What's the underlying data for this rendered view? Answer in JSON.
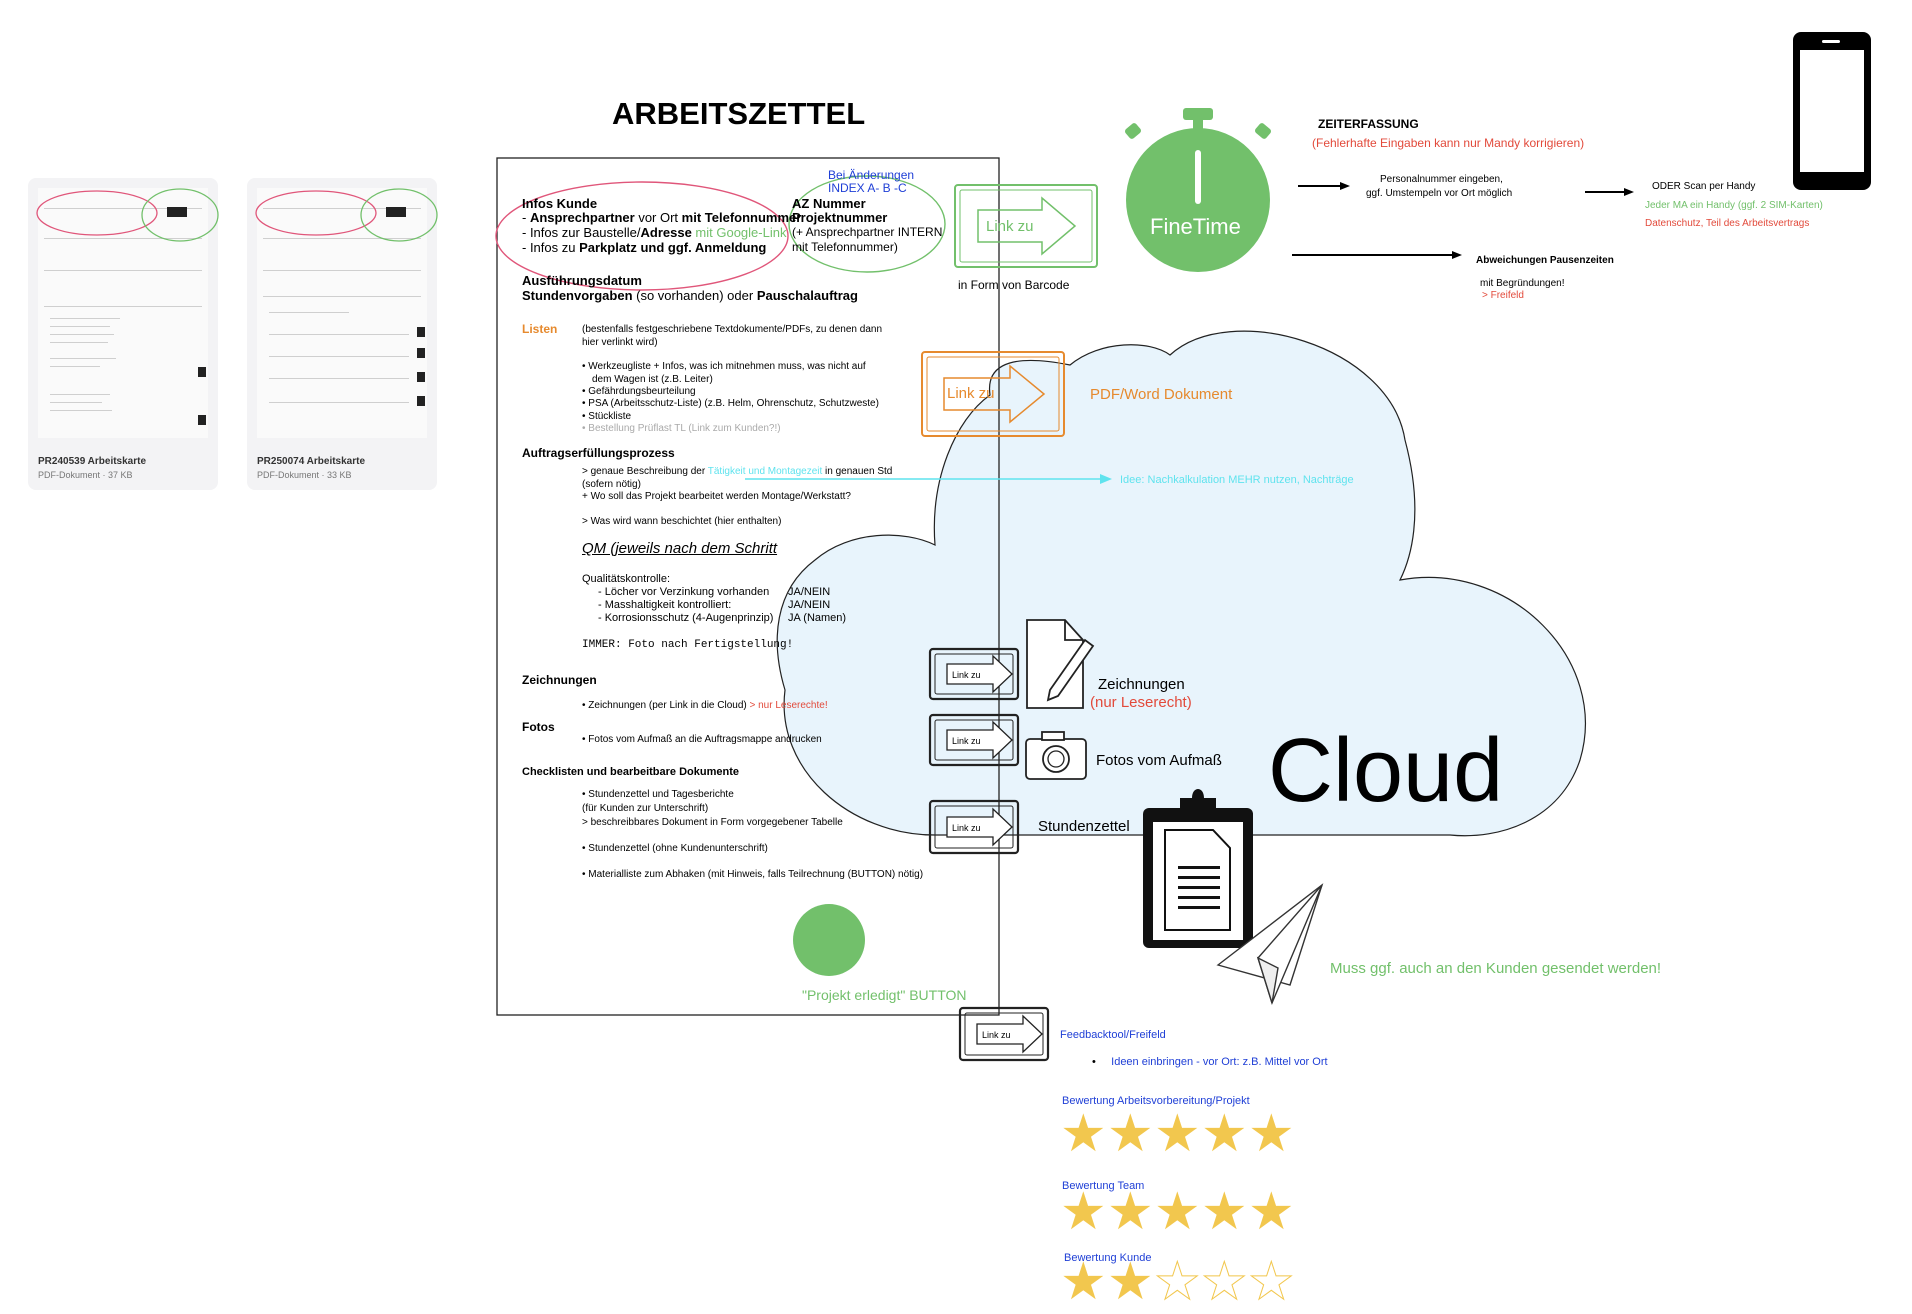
{
  "thumbnails": [
    {
      "name": "PR240539 Arbeitskarte",
      "meta": "PDF-Dokument · 37 KB"
    },
    {
      "name": "PR250074 Arbeitskarte",
      "meta": "PDF-Dokument · 33 KB"
    }
  ],
  "title": "ARBEITSZETTEL",
  "doc": {
    "changes_line1": "Bei Änderungen",
    "changes_line2": "INDEX A- B -C",
    "infos_kunde": "Infos Kunde",
    "ansprech_a": "- ",
    "ansprech_b": "Ansprechpartner",
    "ansprech_c": " vor Ort ",
    "ansprech_d": "mit Telefonnummer",
    "baustelle_a": "- Infos zur Baustelle/",
    "baustelle_b": "Adresse",
    "baustelle_c": " mit Google-Link",
    "parkplatz_a": "- Infos zu ",
    "parkplatz_b": "Parkplatz und ggf. Anmeldung",
    "az_nummer": "AZ Nummer",
    "projektnummer": "Projektnummer",
    "ansprech_intern": "(+ Ansprechpartner INTERN",
    "mit_telefon": "mit Telefonnummer)",
    "ausfuehrungsdatum": "Ausführungsdatum",
    "stunden_a": "Stundenvorgaben",
    "stunden_b": " (so vorhanden) oder ",
    "stunden_c": "Pauschalauftrag",
    "listen_heading": "Listen",
    "listen_desc1": "(bestenfalls festgeschriebene Textdokumente/PDFs,  zu denen dann",
    "listen_desc2": "hier verlinkt wird)",
    "listen_items": [
      "Werkzeugliste + Infos, was ich mitnehmen muss, was nicht auf",
      "dem Wagen ist  (z.B. Leiter)",
      "Gefährdungsbeurteilung",
      "PSA (Arbeitsschutz-Liste) (z.B. Helm, Ohrenschutz, Schutzweste)",
      "Stückliste",
      "Bestellung Prüflast TL (Link zum Kunden?!)"
    ],
    "auftrag_heading": "Auftragserfüllungsprozess",
    "auftrag_1a": "> genaue Beschreibung der ",
    "auftrag_1b": "Tätigkeit und Montagezeit",
    "auftrag_1c": " in genauen Std",
    "auftrag_2": "(sofern nötig)",
    "auftrag_3": "+ Wo soll das Projekt bearbeitet werden Montage/Werkstatt?",
    "auftrag_4": "> Was wird wann beschichtet (hier enthalten)",
    "qm": "QM (jeweils nach dem Schritt",
    "qualitaet": "Qualitätskontrolle:",
    "qk1": "- Löcher vor Verzinkung vorhanden",
    "qk1v": "JA/NEIN",
    "qk2": "- Masshaltigkeit kontrolliert:",
    "qk2v": "JA/NEIN",
    "qk3": "- Korrosionsschutz (4-Augenprinzip)",
    "qk3v": "JA (Namen)",
    "immer": "IMMER: Foto nach Fertigstellung!",
    "zeichnungen_heading": "Zeichnungen",
    "zeichnungen_item_a": "Zeichnungen (per Link in die Cloud) ",
    "zeichnungen_item_b": "> nur Leserechte!",
    "fotos_heading": "Fotos",
    "fotos_item": "Fotos vom Aufmaß an die Auftragsmappe andrucken",
    "checklisten_heading": "Checklisten und bearbeitbare Dokumente",
    "check_1": "Stundenzettel und Tagesberichte",
    "check_2": "(für Kunden zur Unterschrift)",
    "check_3": "> beschreibbares Dokument in Form vorgegebener Tabelle",
    "check_4": "Stundenzettel (ohne Kundenunterschrift)",
    "check_5": "Materialliste  zum Abhaken (mit Hinweis, falls Teilrechnung (BUTTON) nötig)",
    "projekt_erledigt": "\"Projekt erledigt\" BUTTON"
  },
  "link_label": "Link zu",
  "barcode_caption": "in Form von Barcode",
  "pdf_word": "PDF/Word Dokument",
  "idea": "Idee: Nachkalkulation MEHR nutzen, Nachträge",
  "finetime": "FineTime",
  "zeiterfassung": {
    "title": "ZEITERFASSUNG",
    "note": "(Fehlerhafte Eingaben kann nur Mandy korrigieren)",
    "step1_line1": "Personalnummer eingeben,",
    "step1_line2": "ggf. Umstempeln vor Ort möglich",
    "scan": "ODER Scan per Handy",
    "handy": "Jeder MA ein Handy (ggf. 2 SIM-Karten)",
    "datenschutz": "Datenschutz, Teil des Arbeitsvertrags",
    "abweichungen": "Abweichungen Pausenzeiten",
    "begruendung": "mit Begründungen!",
    "freifeld": "> Freifeld"
  },
  "cloud": {
    "label": "Cloud",
    "zeichnungen": "Zeichnungen",
    "leserecht": "(nur Leserecht)",
    "fotos": "Fotos vom Aufmaß",
    "stundenzettel": "Stundenzettel",
    "kunden": "Muss ggf. auch an den Kunden gesendet werden!"
  },
  "feedback": {
    "title": "Feedbacktool/Freifeld",
    "bullet": "Ideen einbringen - vor Ort: z.B. Mittel vor Ort",
    "ratings": [
      {
        "label": "Bewertung Arbeitsvorbereitung/Projekt",
        "stars": 5,
        "max": 5
      },
      {
        "label": "Bewertung Team",
        "stars": 5,
        "max": 5
      },
      {
        "label": "Bewertung Kunde",
        "stars": 2,
        "max": 5
      }
    ]
  },
  "colors": {
    "green": "#72c06b",
    "orange": "#e68a2e",
    "red": "#e24a3b",
    "blue": "#1f3fd6",
    "cyan": "#5fe3ee",
    "cloud_fill": "#e8f4fc",
    "star": "#f2c74e"
  }
}
